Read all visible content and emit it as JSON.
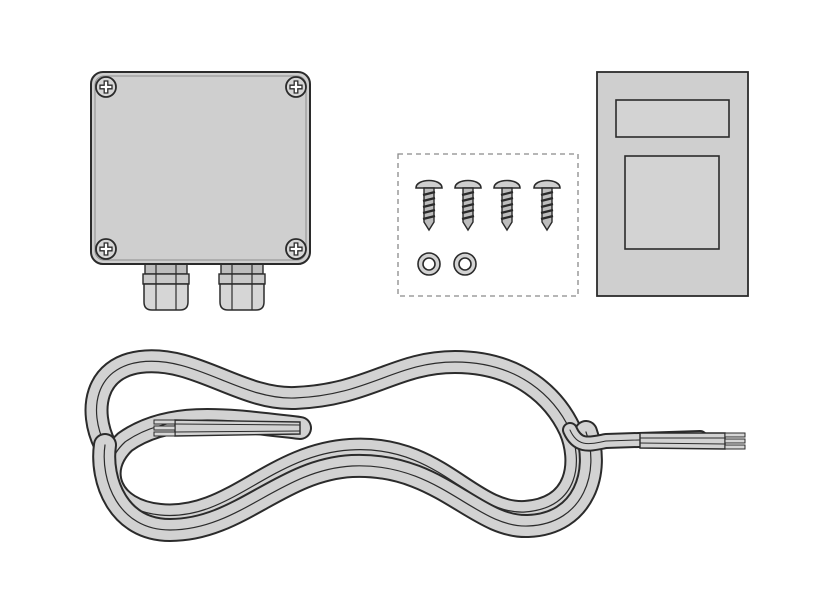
{
  "illustration": {
    "components": [
      {
        "id": "junction-box",
        "icon": "junction-box-icon",
        "screws": 4,
        "cable_glands": 2
      },
      {
        "id": "mounting-kit",
        "icon": "screw-kit-icon",
        "screws": 4,
        "washers": 2
      },
      {
        "id": "label-plate",
        "icon": "label-plate-icon"
      },
      {
        "id": "heating-cable",
        "icon": "flat-cable-icon",
        "conductors_per_end": 3
      }
    ]
  },
  "colors": {
    "background": "#ffffff",
    "stroke": "#2b2b2b",
    "fill_light": "#d6d6d6",
    "fill_mid": "#c8c8c8",
    "fill_dark": "#a9a9a9"
  }
}
